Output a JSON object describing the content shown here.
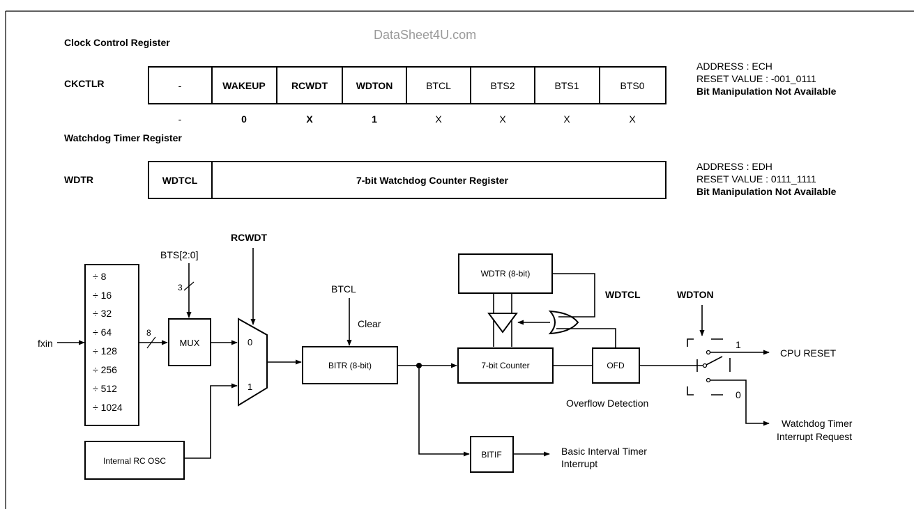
{
  "watermark": "DataSheet4U.com",
  "clock_control": {
    "title": "Clock Control  Register",
    "name": "CKCTLR",
    "bits": [
      "-",
      "WAKEUP",
      "RCWDT",
      "WDTON",
      "BTCL",
      "BTS2",
      "BTS1",
      "BTS0"
    ],
    "reset_values": [
      "-",
      "0",
      "X",
      "1",
      "X",
      "X",
      "X",
      "X"
    ],
    "address": "ADDRESS : ECH",
    "reset_value": "RESET VALUE : -001_0111",
    "bit_manipulation": "Bit Manipulation Not Available"
  },
  "watchdog_timer": {
    "title": "Watchdog Timer  Register",
    "name": "WDTR",
    "bit7": "WDTCL",
    "counter_field": "7-bit Watchdog Counter Register",
    "address": "ADDRESS : EDH",
    "reset_value": "RESET VALUE : 0111_1111",
    "bit_manipulation": "Bit Manipulation Not Available"
  },
  "diagram": {
    "fxin": "fxin",
    "dividers": [
      "÷ 8",
      "÷ 16",
      "÷ 32",
      "÷ 64",
      "÷ 128",
      "÷ 256",
      "÷ 512",
      "÷ 1024"
    ],
    "bus_width_8": "8",
    "bts_label": "BTS[2:0]",
    "bus_width_3": "3",
    "mux": "MUX",
    "rcwdt": "RCWDT",
    "mux_in0": "0",
    "mux_in1": "1",
    "internal_rc": "Internal RC OSC",
    "btcl": "BTCL",
    "clear": "Clear",
    "bitr": "BITR (8-bit)",
    "wdtr_box": "WDTR (8-bit)",
    "counter7": "7-bit Counter",
    "wdtcl": "WDTCL",
    "ofd": "OFD",
    "overflow": "Overflow Detection",
    "wdton": "WDTON",
    "sw_1": "1",
    "sw_0": "0",
    "cpu_reset": "CPU RESET",
    "wdt_int_line1": "Watchdog Timer",
    "wdt_int_line2": "Interrupt Request",
    "bitif": "BITIF",
    "bit_int_line1": "Basic Interval Timer",
    "bit_int_line2": "Interrupt"
  }
}
